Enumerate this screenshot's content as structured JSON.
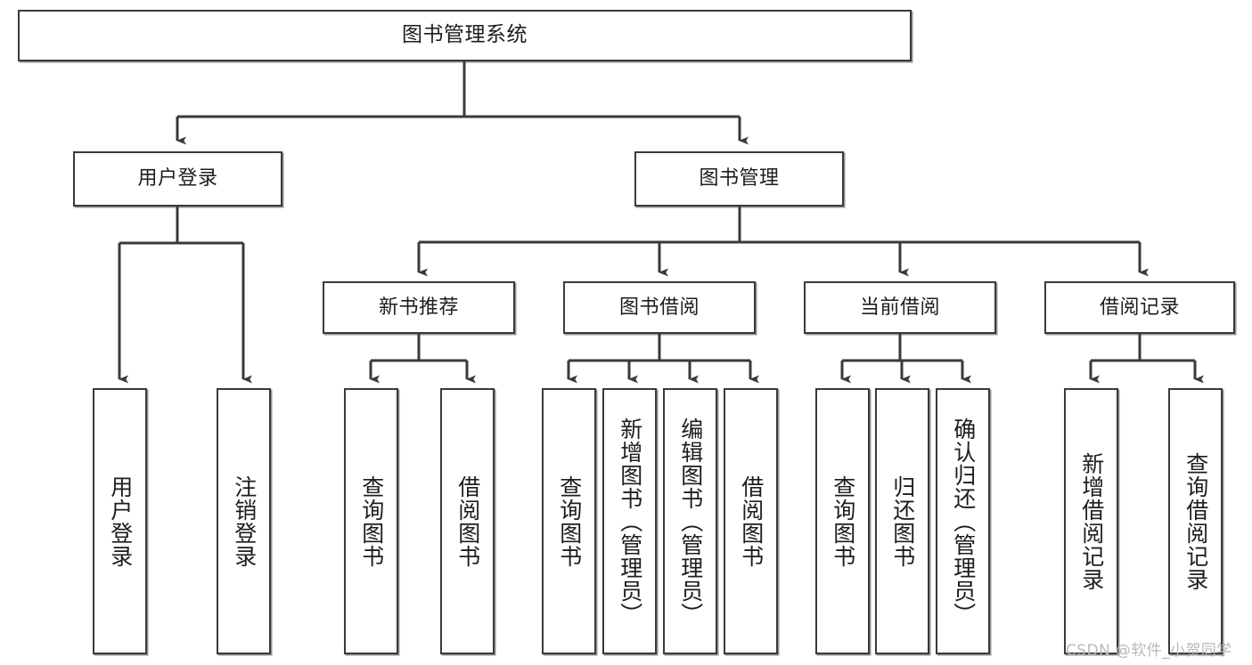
{
  "diagram": {
    "title": "图书管理系统",
    "type": "tree-hierarchy-diagram",
    "watermark": "CSDN @软件_小贺同学",
    "colors": {
      "background": "#ffffff",
      "box_border": "#3a3a3a",
      "box_fill": "#ffffff",
      "text": "#1d1d1d",
      "connector": "#3a3a3a",
      "watermark": "#b9b9b9"
    },
    "nodes": {
      "root": {
        "label": "图书管理系统"
      },
      "level2": [
        {
          "label": "用户登录"
        },
        {
          "label": "图书管理"
        }
      ],
      "level3": [
        {
          "label": "新书推荐"
        },
        {
          "label": "图书借阅"
        },
        {
          "label": "当前借阅"
        },
        {
          "label": "借阅记录"
        }
      ],
      "leaves_user_login": [
        {
          "label": "用户登录"
        },
        {
          "label": "注销登录"
        }
      ],
      "leaves_new_books": [
        {
          "label": "查询图书"
        },
        {
          "label": "借阅图书"
        }
      ],
      "leaves_borrow": [
        {
          "label": "查询图书"
        },
        {
          "label": "新增图书（管理员）"
        },
        {
          "label": "编辑图书（管理员）"
        },
        {
          "label": "借阅图书"
        }
      ],
      "leaves_current": [
        {
          "label": "查询图书"
        },
        {
          "label": "归还图书"
        },
        {
          "label": "确认归还（管理员）"
        }
      ],
      "leaves_records": [
        {
          "label": "新增借阅记录"
        },
        {
          "label": "查询借阅记录"
        }
      ]
    }
  }
}
